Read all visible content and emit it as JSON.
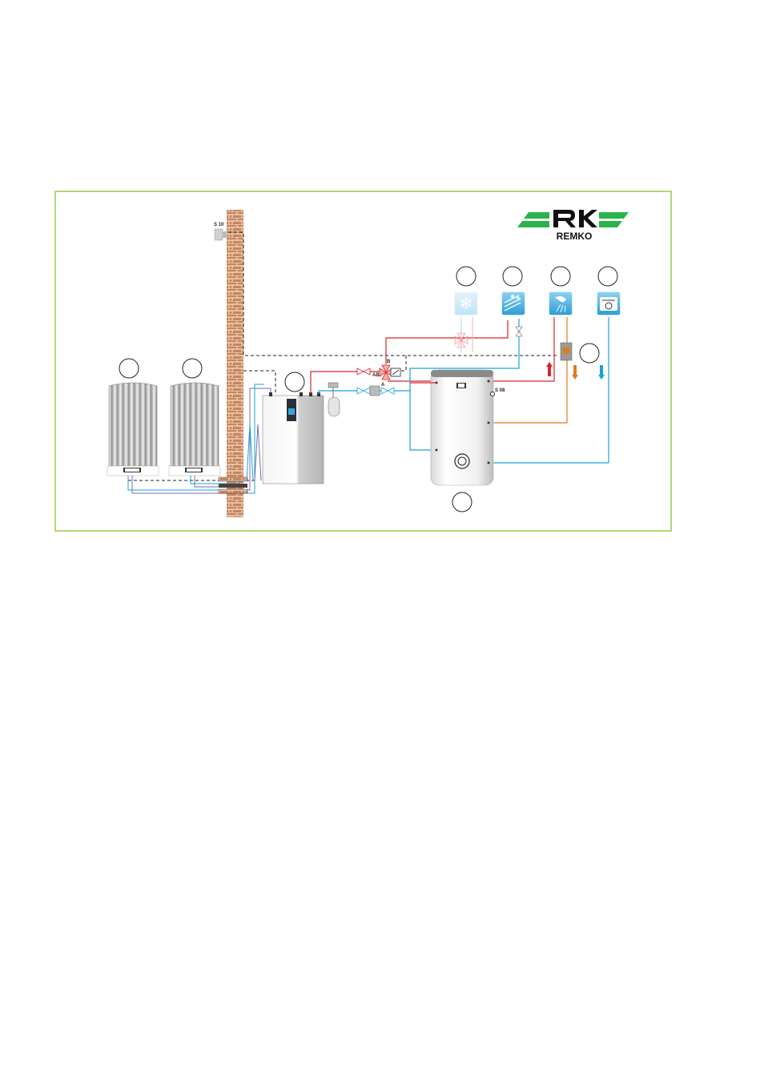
{
  "brand": {
    "name": "REMKO",
    "color": "#2bb34a"
  },
  "labels": {
    "sensor_outdoor": "S 10",
    "sensor_tank": "S 08",
    "valve_port_b": "B",
    "valve_port_ab": "AB",
    "valve_port_a": "A"
  },
  "colors": {
    "frame": "#9bc94a",
    "flow_hot": "#d9242a",
    "flow_return": "#1aa3d9",
    "dhw_circulation": "#e07b20",
    "refrigerant": "#7b6bb3",
    "control_line": "#222222",
    "brick": "#c9855a"
  },
  "icons": [
    "cooling-icon",
    "underfloor-heating-icon",
    "shower-icon",
    "cold-water-inlet-icon"
  ]
}
